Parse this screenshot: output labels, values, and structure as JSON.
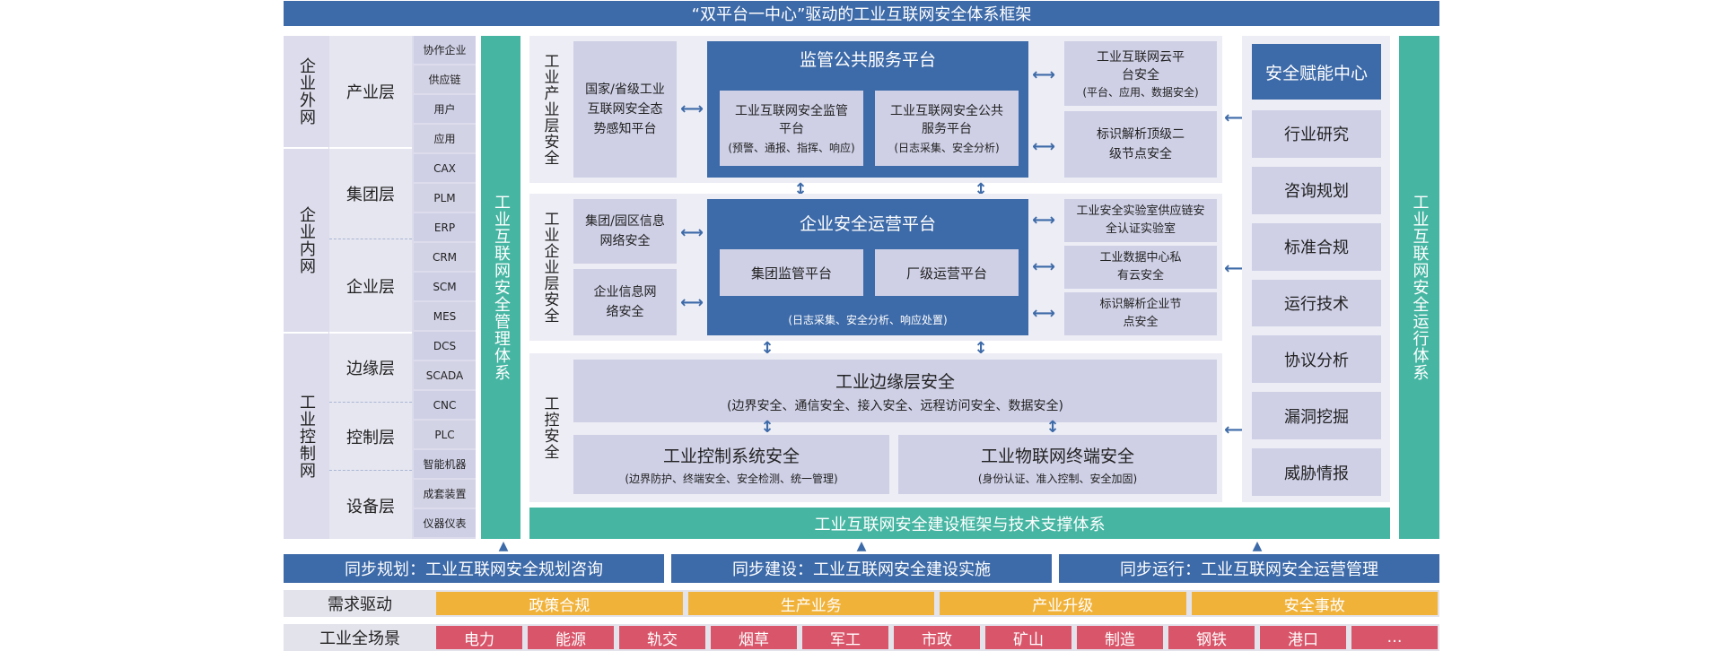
{
  "title": "“双平台一中心”驱动的工业互联网安全体系框架",
  "left": {
    "groups": [
      "企业外网",
      "企业内网",
      "工业控制网"
    ],
    "layers": [
      "产业层",
      "集团层",
      "企业层",
      "边缘层",
      "控制层",
      "设备层"
    ],
    "items": [
      "协作企业",
      "供应链",
      "用户",
      "应用",
      "CAX",
      "PLM",
      "ERP",
      "CRM",
      "SCM",
      "MES",
      "DCS",
      "SCADA",
      "CNC",
      "PLC",
      "智能机器",
      "成套装置",
      "仪器仪表"
    ]
  },
  "mgmt_system": "工业互联网安全管理体系",
  "ops_system": "工业互联网安全运行体系",
  "industry": {
    "label": "工业产业层安全",
    "situation": "国家/省级工业互联网安全态势感知平台",
    "platform_title": "监管公共服务平台",
    "sub1_title": "工业互联网安全监管平台",
    "sub1_note": "(预警、通报、指挥、响应)",
    "sub2_title": "工业互联网安全公共服务平台",
    "sub2_note": "(日志采集、安全分析)",
    "right1_title": "工业互联网云平台安全",
    "right1_note": "(平台、应用、数据安全)",
    "right2": "标识解析顶级二级节点安全"
  },
  "enterprise": {
    "label": "工业企业层安全",
    "left1": "集团/园区信息网络安全",
    "left2": "企业信息网络安全",
    "platform_title": "企业安全运营平台",
    "sub1": "集团监管平台",
    "sub2": "厂级运营平台",
    "note": "(日志采集、安全分析、响应处置)",
    "right1": "工业安全实验室供应链安全认证实验室",
    "right2": "工业数据中心私有云安全",
    "right3": "标识解析企业节点安全"
  },
  "control": {
    "label": "工控安全",
    "edge_title": "工业边缘层安全",
    "edge_note": "(边界安全、通信安全、接入安全、远程访问安全、数据安全)",
    "ics_title": "工业控制系统安全",
    "ics_note": "(边界防护、终端安全、安全检测、统一管理)",
    "iot_title": "工业物联网终端安全",
    "iot_note": "(身份认证、准入控制、安全加固)"
  },
  "center": {
    "title": "安全赋能中心",
    "items": [
      "行业研究",
      "咨询规划",
      "标准合规",
      "运行技术",
      "协议分析",
      "漏洞挖掘",
      "威胁情报"
    ]
  },
  "framework": "工业互联网安全建设框架与技术支撑体系",
  "sync": [
    "同步规划：工业互联网安全规划咨询",
    "同步建设：工业互联网安全建设实施",
    "同步运行：工业互联网安全运营管理"
  ],
  "demand": {
    "label": "需求驱动",
    "items": [
      "政策合规",
      "生产业务",
      "产业升级",
      "安全事故"
    ]
  },
  "scenes": {
    "label": "工业全场景",
    "items": [
      "电力",
      "能源",
      "轨交",
      "烟草",
      "军工",
      "市政",
      "矿山",
      "制造",
      "钢铁",
      "港口",
      "…"
    ]
  },
  "colors": {
    "blue": "#3d6aa8",
    "teal": "#46b6a3",
    "orange": "#f1b23a",
    "red": "#d9566a",
    "lavender": "#cfd0e6"
  }
}
